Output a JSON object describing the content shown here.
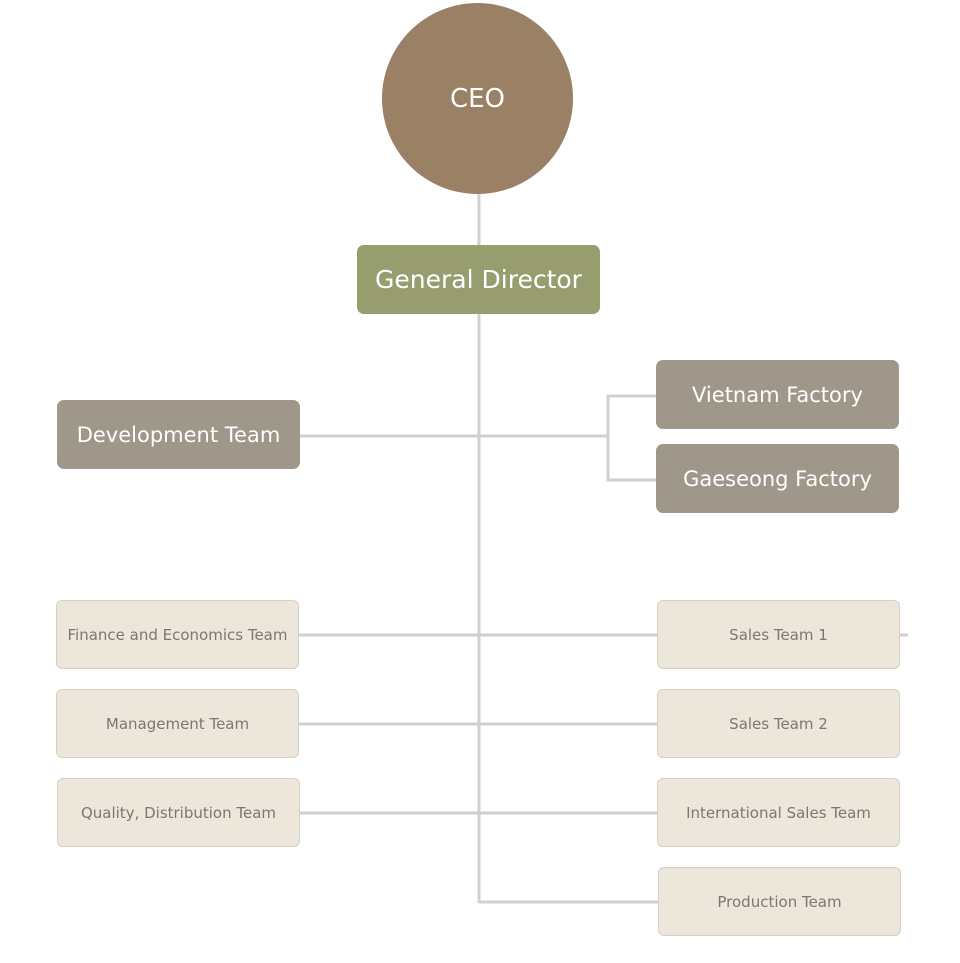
{
  "chart": {
    "ceo": "CEO",
    "general_director": "General Director",
    "development_team": "Development Team",
    "factories": [
      "Vietnam Factory",
      "Gaeseong Factory"
    ],
    "left_teams": [
      "Finance and Economics Team",
      "Management Team",
      "Quality, Distribution Team"
    ],
    "right_teams": [
      "Sales Team 1",
      "Sales Team 2",
      "International Sales Team",
      "Production Team"
    ]
  },
  "colors": {
    "ceo": "#9a8064",
    "director": "#989d6f",
    "department": "#9e978a",
    "team_fill": "#ede6da",
    "team_text": "#7d776d",
    "connector": "#d0d0d0"
  }
}
